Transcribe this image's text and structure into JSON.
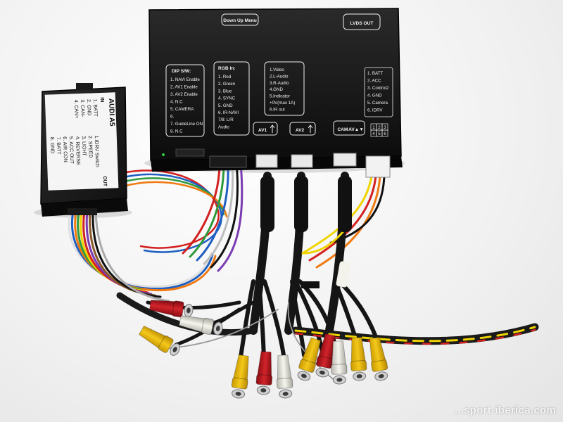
{
  "main_box": {
    "top_label": "Down Up Menu",
    "lvds_label": "LVDS OUT",
    "dip": {
      "title": "DIP  S/W:",
      "items": [
        "1.  NAVI Enable",
        "2.  AV1 Enable",
        "3.  AV2 Enable",
        "4.  N.C",
        "5.  CAMERA",
        "6.",
        "7.  GuideLine ON",
        "8.  N.C"
      ]
    },
    "rgb": {
      "title": "RGB In:",
      "items": [
        "1.  Red",
        "2.  Green",
        "3.  Blue",
        "4.  SYNC",
        "5.  GND",
        "6.  IR-NAVI",
        "7/8: L/R",
        "Audio"
      ]
    },
    "av": {
      "items": [
        "1.Video",
        "2.L-Audio",
        "3.R-Audio",
        "4.GND",
        "5.Indicator",
        "+0V(max 1A)",
        "6.IR out"
      ]
    },
    "power": {
      "items": [
        "1.  BATT",
        "2.  ACC",
        "3.  Control2",
        "4.  GND",
        "5.  Camera",
        "6.  IDRV"
      ]
    },
    "ports": [
      "AV1",
      "AV2",
      "CAM"
    ],
    "cam_arrows": "AV▲▼",
    "power_pins": [
      "1",
      "2",
      "3",
      "4",
      "5",
      "6"
    ]
  },
  "can_box": {
    "title": "AUDI  A5",
    "in_label": "IN",
    "out_label": "OUT",
    "in_items": [
      "1. BATT",
      "2. GND",
      "3. CAN-",
      "4. CAN+"
    ],
    "out_items": [
      "1.IDRV Switch",
      "2. SPEED",
      "3. LIGHT",
      "4. REVERSE",
      "5. ACC OUT",
      "6. AIR CON",
      "7. BATT",
      "8. GND"
    ]
  },
  "watermark": "...sport-iberica.com"
}
